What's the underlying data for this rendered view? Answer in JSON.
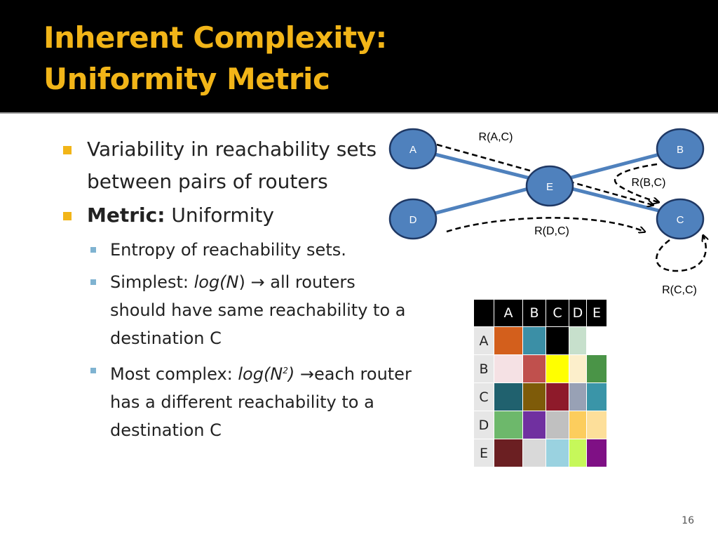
{
  "slide": {
    "title_line1": "Inherent Complexity:",
    "title_line2": "Uniformity Metric",
    "page_number": "16"
  },
  "bullets": {
    "b1": "Variability in reachability sets between pairs of routers",
    "b2_bold": "Metric:",
    "b2_rest": " Uniformity",
    "s1": "Entropy of reachability sets.",
    "s2_prefix": "Simplest: ",
    "s2_math": "log(N",
    "s2_close": ")",
    "s2_arrow": "→",
    "s2_rest": "all routers should have same reachability to a destination C",
    "s3_prefix": "Most complex: ",
    "s3_math": "log(N",
    "s3_sup": "2",
    "s3_close": ")",
    "s3_arrow": "→",
    "s3_rest": "each router has a different reachability to a destination C"
  },
  "network": {
    "nodes": {
      "A": "A",
      "B": "B",
      "C": "C",
      "D": "D",
      "E": "E"
    },
    "labels": {
      "rac": "R(A,C)",
      "rbc": "R(B,C)",
      "rdc": "R(D,C)",
      "rcc": "R(C,C)"
    },
    "colors": {
      "node_fill": "#4f81bd",
      "node_stroke": "#1f3864",
      "link": "#4f81bd"
    }
  },
  "matrix": {
    "col_headers": [
      "A",
      "B",
      "C",
      "D",
      "E"
    ],
    "row_headers": [
      "A",
      "B",
      "C",
      "D",
      "E"
    ],
    "cells": [
      [
        "#d35f1c",
        "#3b8fa6",
        "#000000",
        "#c7e0cc",
        "#ffffff"
      ],
      [
        "#f5e1e4",
        "#c0504d",
        "#ffff00",
        "#fcefcb",
        "#4a9447"
      ],
      [
        "#20616e",
        "#7e5b09",
        "#8e1a2a",
        "#98a1b5",
        "#3a95a8"
      ],
      [
        "#6db86b",
        "#7030a0",
        "#c0c0c0",
        "#fccd5d",
        "#fddf9a"
      ],
      [
        "#6b1f22",
        "#d9d9d9",
        "#9ad2e0",
        "#c6f85a",
        "#7f1085"
      ]
    ]
  }
}
